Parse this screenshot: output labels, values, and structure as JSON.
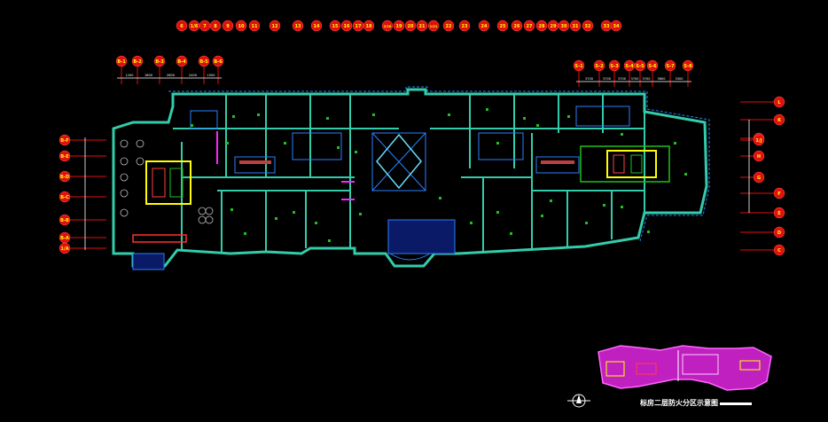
{
  "drawing": {
    "background": "#000000",
    "axis_bubble_color": "#e01010",
    "axis_text_color": "#ffff00",
    "wall_color": "#33ccaa",
    "line_color": "#2a7fff",
    "green_color": "#20c020",
    "magenta_color": "#ff22ff",
    "caption": "标房二层防火分区示意图",
    "top_axes": [
      "6",
      "1/6",
      "7",
      "8",
      "9",
      "10",
      "11",
      "12",
      "13",
      "14",
      "15",
      "16",
      "17",
      "18",
      "2/18",
      "19",
      "20",
      "21",
      "1/21",
      "22",
      "23",
      "24",
      "25",
      "26",
      "27",
      "28",
      "29",
      "30",
      "31",
      "32",
      "33",
      "34"
    ],
    "left_top_axes": [
      "B-1",
      "B-2",
      "B-3",
      "B-4",
      "B-5",
      "B-6"
    ],
    "right_top_axes": [
      "S-1",
      "S-2",
      "S-3",
      "S-4",
      "S-5",
      "S-6",
      "S-7",
      "S-8"
    ],
    "left_side_axes": [
      "B-F",
      "B-E",
      "B-D",
      "B-C",
      "B-B",
      "B-A",
      "1/A"
    ],
    "right_side_axes": [
      "L",
      "K",
      "J",
      "1/J",
      "H",
      "G",
      "F",
      "E",
      "D",
      "C"
    ],
    "left_dims": [
      "1200",
      "1600",
      "2600",
      "2400",
      "1500"
    ],
    "right_dims": [
      "3700",
      "3700",
      "3700",
      "3700",
      "3700",
      "3600",
      "3300"
    ],
    "north_symbol": "north-arrow-icon"
  }
}
